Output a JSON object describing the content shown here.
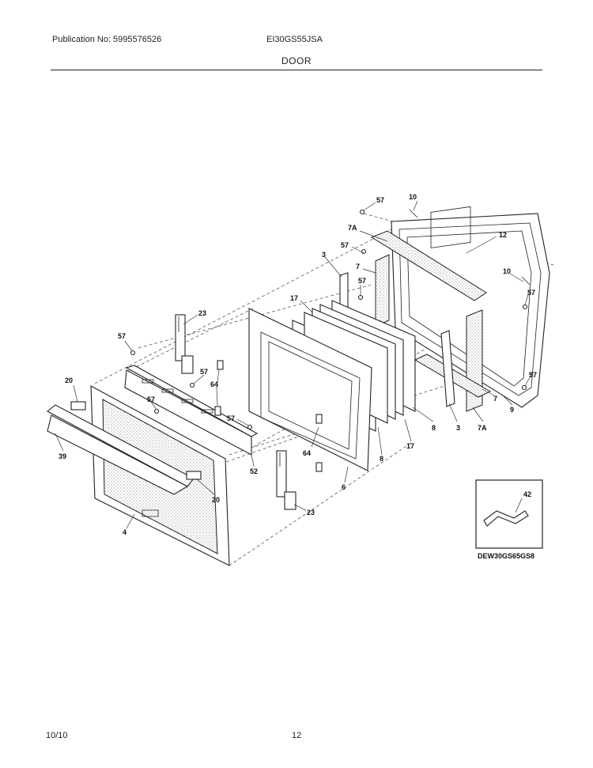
{
  "header": {
    "publication": "Publication No: 5995576526",
    "model": "EI30GS55JSA",
    "section": "DOOR"
  },
  "footer": {
    "date": "10/10",
    "page": "12"
  },
  "callouts": {
    "c57a": "57",
    "c10a": "10",
    "c7Aa": "7A",
    "c12": "12",
    "c57b": "57",
    "c3a": "3",
    "c7a": "7",
    "c57c": "57",
    "c10b": "10",
    "c57d": "57",
    "c17a": "17",
    "c23a": "23",
    "c57e": "57",
    "c20a": "20",
    "c57f": "57",
    "c64a": "64",
    "c57g": "57",
    "c57h": "57",
    "c57i": "57",
    "c7b": "7",
    "c9": "9",
    "c8a": "8",
    "c3b": "3",
    "c7Ab": "7A",
    "c17b": "17",
    "c8b": "8",
    "c39": "39",
    "c52": "52",
    "c64b": "64",
    "c6": "6",
    "c20b": "20",
    "c23b": "23",
    "c4": "4",
    "c42": "42"
  },
  "inset": {
    "caption": "DEW30GS65GS8"
  }
}
